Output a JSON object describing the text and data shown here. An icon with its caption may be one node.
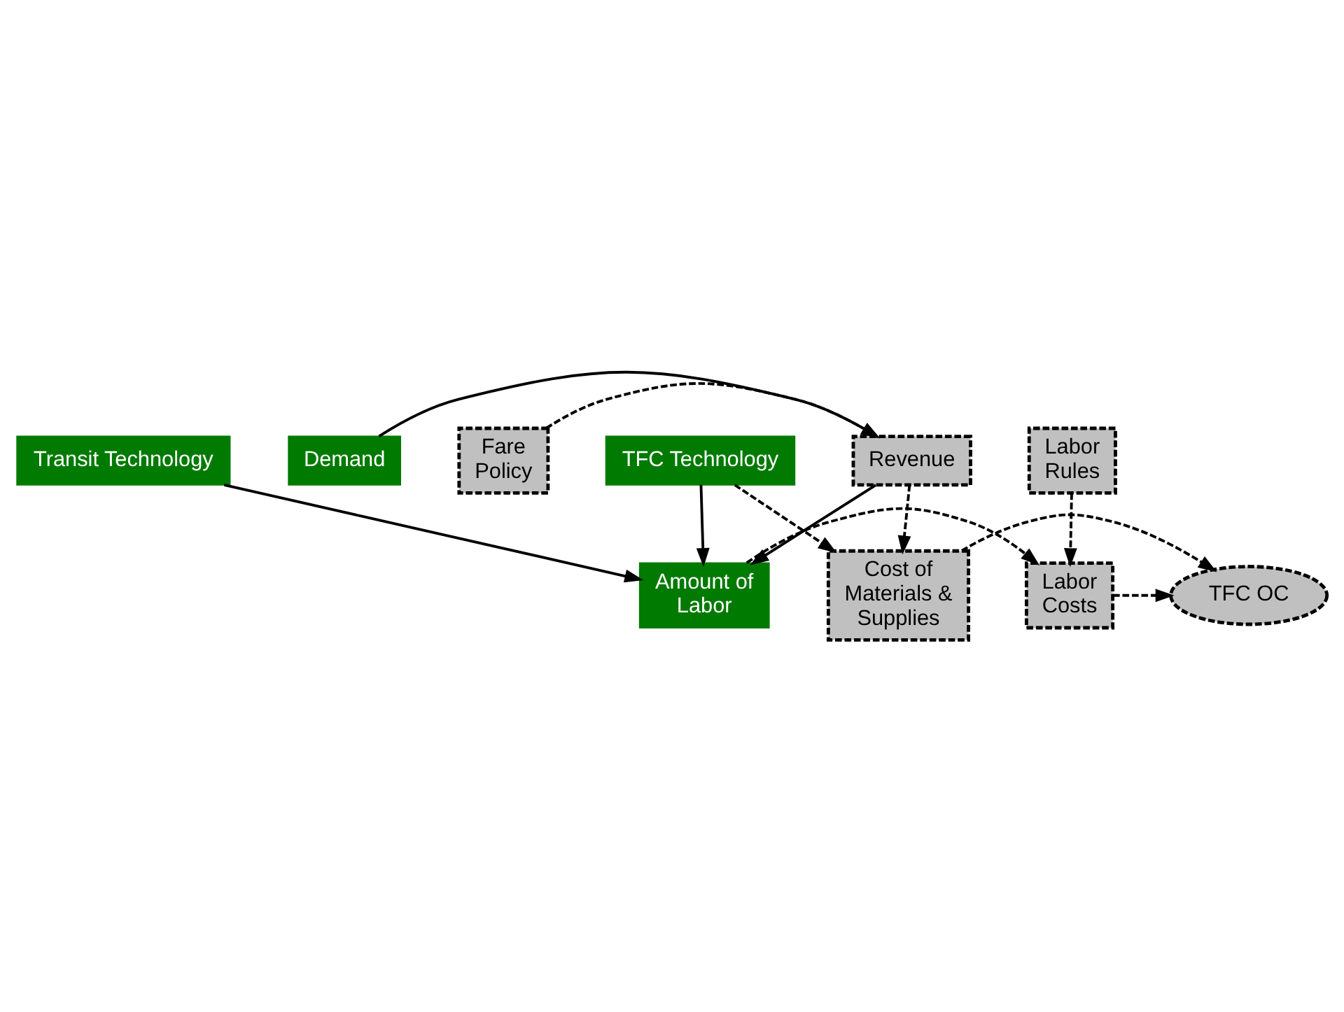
{
  "diagram": {
    "nodes": [
      {
        "text": [
          "Demand"
        ]
      },
      {
        "text": [
          "Revenue"
        ]
      },
      {
        "text": [
          "Fare Policy"
        ]
      },
      {
        "text": [
          "Labor Rules"
        ]
      },
      {
        "text": [
          "Amount of Labor"
        ]
      },
      {
        "text": [
          "Labor Costs"
        ]
      },
      {
        "text": [
          "TFC OC"
        ]
      },
      {
        "text": [
          "Cost of Materials & Supplies"
        ]
      },
      {
        "text": [
          "TFC Technology"
        ]
      },
      {
        "text": [
          "Transit Technology"
        ]
      }
    ],
    "edges": [
      {
        "from": 0,
        "to": 1,
        "arrow": "to"
      },
      {
        "from": 2,
        "to": 1,
        "arrow": "to",
        "style": "dashed"
      },
      {
        "from": 1,
        "to": 4,
        "arrow": "to"
      },
      {
        "from": 1,
        "to": 7,
        "arrow": "to",
        "style": "dashed"
      },
      {
        "from": 3,
        "to": 5,
        "arrow": "to",
        "style": "dashed"
      },
      {
        "from": 4,
        "to": 5,
        "arrow": "to",
        "style": "dashed"
      },
      {
        "from": 5,
        "to": 6,
        "arrow": "to",
        "style": "dashed"
      },
      {
        "from": 7,
        "to": 6,
        "arrow": "to",
        "style": "dashed"
      },
      {
        "from": 8,
        "to": 4,
        "arrow": "to"
      },
      {
        "from": 8,
        "to": 7,
        "arrow": "to",
        "style": "dashed"
      },
      {
        "from": 9,
        "to": 4,
        "arrow": "to"
      }
    ]
  }
}
